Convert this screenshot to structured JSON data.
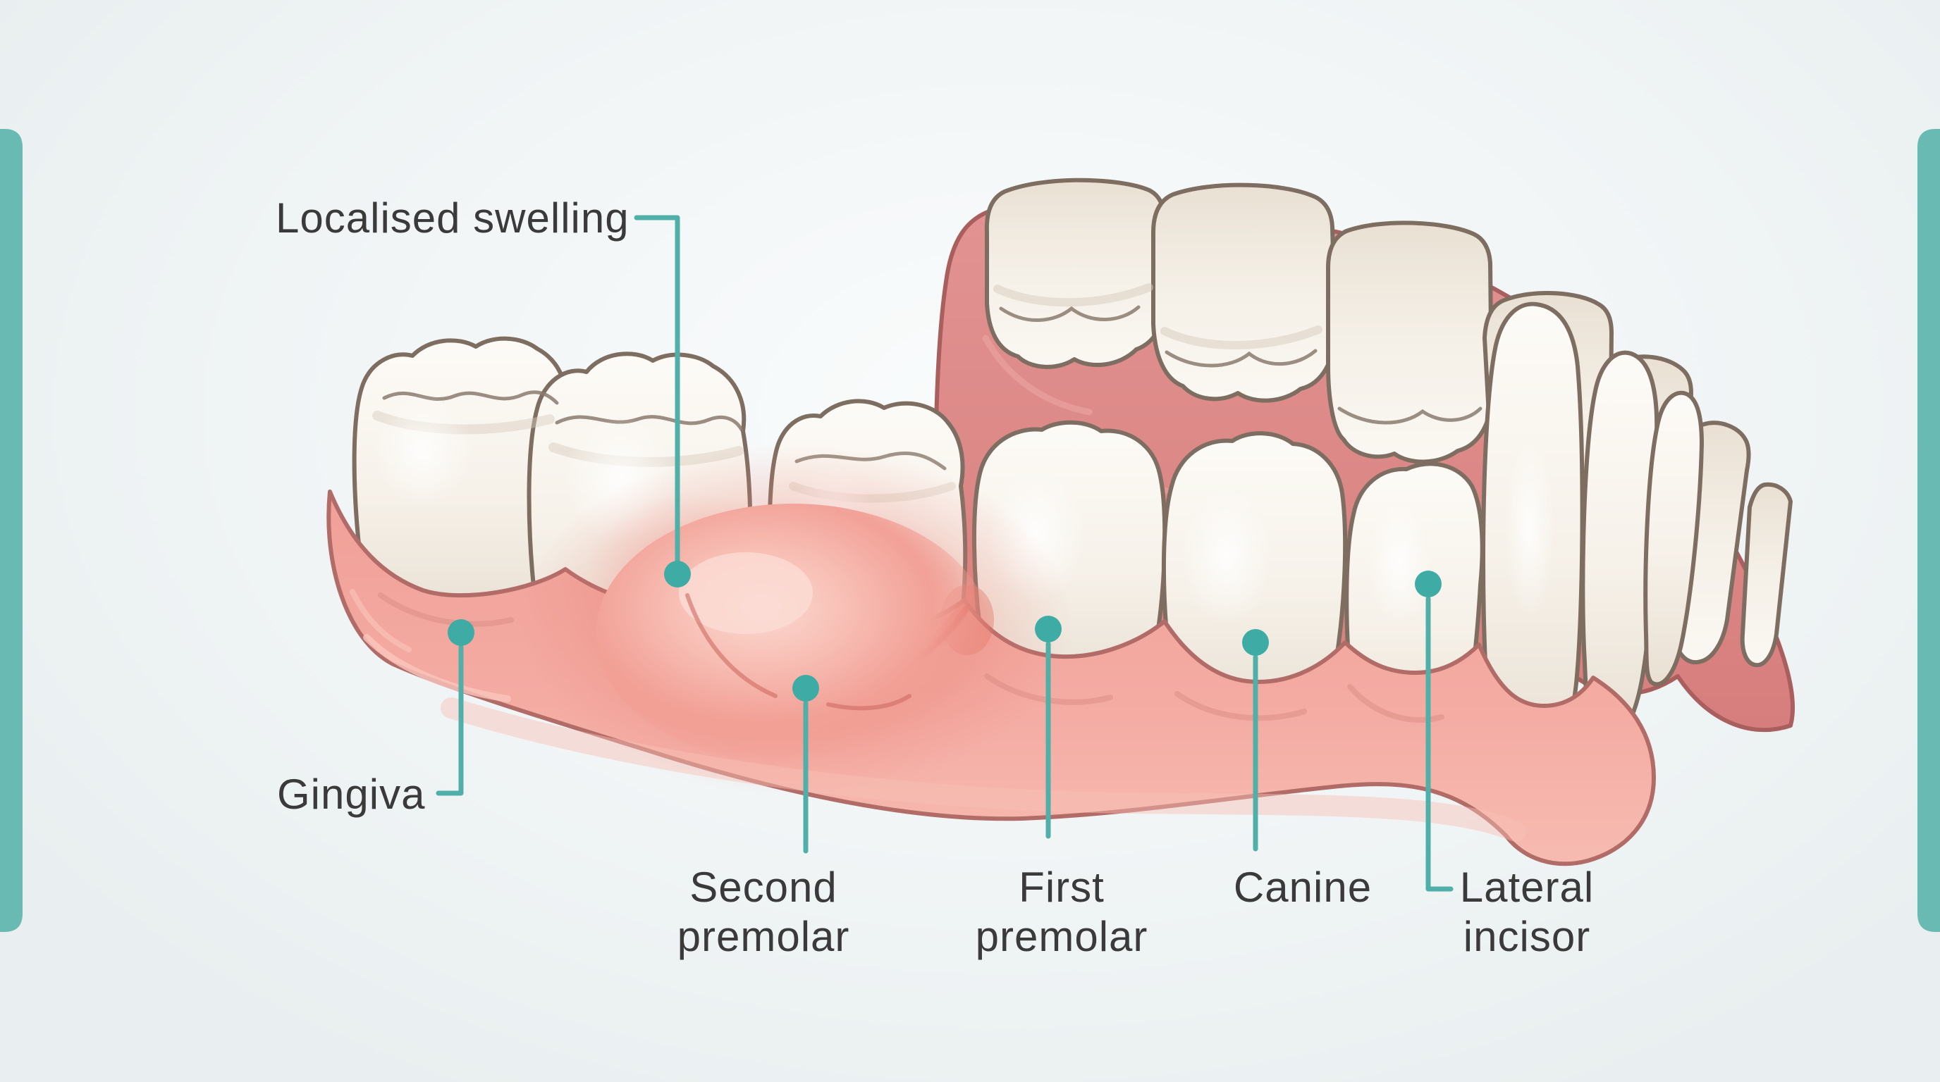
{
  "illustration": {
    "type": "dental-anatomy-diagram",
    "subject": "Localised gingival swelling near second premolar (lower jaw)",
    "labels": {
      "localised_swelling": "Localised swelling",
      "gingiva": "Gingiva",
      "second_premolar_line1": "Second",
      "second_premolar_line2": "premolar",
      "first_premolar_line1": "First",
      "first_premolar_line2": "premolar",
      "canine": "Canine",
      "lateral_incisor_line1": "Lateral",
      "lateral_incisor_line2": "incisor"
    },
    "colors": {
      "background": "#eef3f4",
      "accent_bar": "#69bab2",
      "accent_line": "#50b0a9",
      "accent_dot": "#3eaca5",
      "label_text": "#3a3a3a",
      "gum_pink": "#f3a89f",
      "gum_dark_pink": "#dd8c8a",
      "swelling_red": "#e87c72",
      "tooth_cream": "#f7f2ea",
      "tooth_outline": "#7e6e62"
    }
  }
}
